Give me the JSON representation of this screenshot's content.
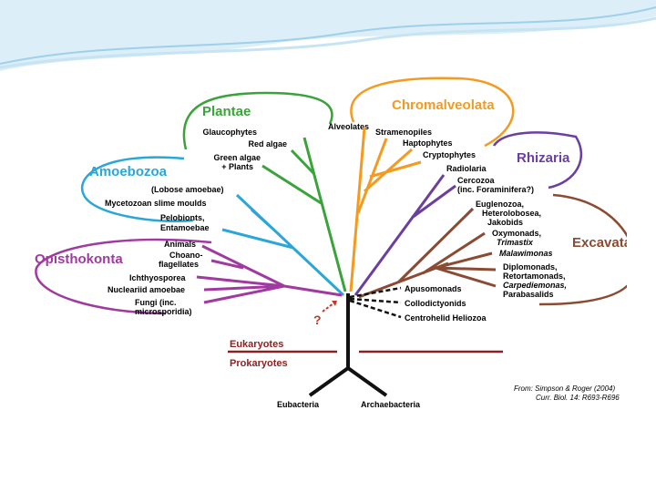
{
  "colors": {
    "plantae": "#3aa33a",
    "chromalveolata": "#f59a1e",
    "rhizaria": "#6a3fa0",
    "excavata": "#8b4a32",
    "amoebozoa": "#2aa7d8",
    "opisthokonta": "#a03aa0",
    "trunk": "#111111",
    "divider": "#8b2222",
    "question": "#c0392b"
  },
  "groups": {
    "plantae": {
      "title": "Plantae",
      "members": [
        "Glaucophytes",
        "Red algae",
        "Green algae",
        "+ Plants"
      ]
    },
    "chromalveolata": {
      "title": "Chromalveolata",
      "members": [
        "Alveolates",
        "Stramenopiles",
        "Haptophytes",
        "Cryptophytes"
      ]
    },
    "rhizaria": {
      "title": "Rhizaria",
      "members": [
        "Radiolaria",
        "Cercozoa",
        "(inc. Foraminifera?)"
      ]
    },
    "excavata": {
      "title": "Excavata",
      "members": [
        "Euglenozoa,",
        "Heterolobosea,",
        "Jakobids",
        "Oxymonads,",
        "Trimastix",
        "Malawimonas",
        "Diplomonads,",
        "Retortamonads,",
        "Carpediemonas,",
        "Parabasalids"
      ]
    },
    "amoebozoa": {
      "title": "Amoebozoa",
      "members": [
        "(Lobose amoebae)",
        "Mycetozoan slime moulds",
        "Pelobionts,",
        "Entamoebae"
      ]
    },
    "opisthokonta": {
      "title": "Opisthokonta",
      "members": [
        "Animals",
        "Choano-",
        "flagellates",
        "Ichthyosporea",
        "Nucleariid amoebae",
        "Fungi (inc.",
        "microsporidia)"
      ]
    }
  },
  "unplaced": [
    "Apusomonads",
    "Collodictyonids",
    "Centrohelid Heliozoa"
  ],
  "root_question": "?",
  "divider": {
    "upper": "Eukaryotes",
    "lower": "Prokaryotes"
  },
  "base": {
    "left": "Eubacteria",
    "right": "Archaebacteria"
  },
  "citation": {
    "line1": "From: Simpson & Roger (2004)",
    "line2": "Curr. Biol. 14: R693-R696"
  }
}
